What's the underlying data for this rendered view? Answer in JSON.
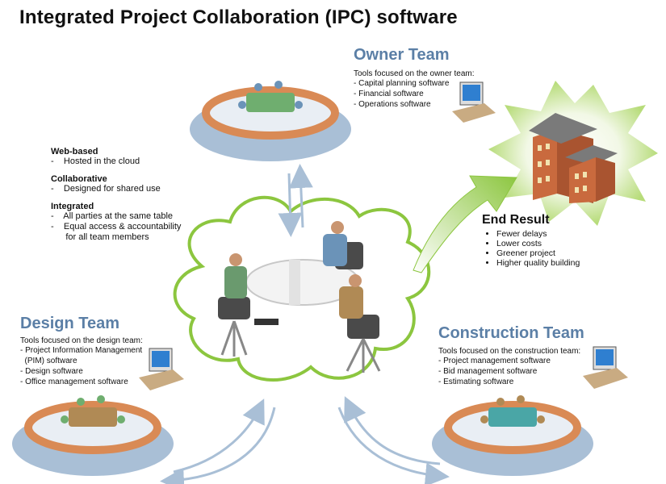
{
  "title": "Integrated Project Collaboration (IPC) software",
  "owner_team": {
    "title": "Owner Team",
    "tools_heading": "Tools focused on the owner team:",
    "tools": [
      "- Capital planning software",
      "- Financial software",
      "- Operations software"
    ]
  },
  "features": [
    {
      "title": "Web-based",
      "lines": [
        "-    Hosted in the cloud"
      ]
    },
    {
      "title": "Collaborative",
      "lines": [
        "-    Designed for shared use"
      ]
    },
    {
      "title": "Integrated",
      "lines": [
        "-    All parties at the same table",
        "-    Equal access & accountability",
        "      for all team members"
      ]
    }
  ],
  "end_result": {
    "title": "End Result",
    "items": [
      "Fewer delays",
      "Lower costs",
      "Greener project",
      "Higher quality building"
    ]
  },
  "design_team": {
    "title": "Design Team",
    "tools_heading": "Tools focused on the design team:",
    "tools": [
      "- Project Information Management",
      "  (PIM) software",
      "- Design software",
      "- Office management software"
    ]
  },
  "construction_team": {
    "title": "Construction Team",
    "tools_heading": "Tools focused on the construction team:",
    "tools": [
      "- Project management software",
      "- Bid management software",
      "- Estimating software"
    ]
  },
  "colors": {
    "heading_blue": "#5b7fa6",
    "brick": "#d98a55",
    "cloud_green": "#8cc63f",
    "arrow_green": "#8cc63f",
    "arrow_blue": "#a9bfd6"
  }
}
